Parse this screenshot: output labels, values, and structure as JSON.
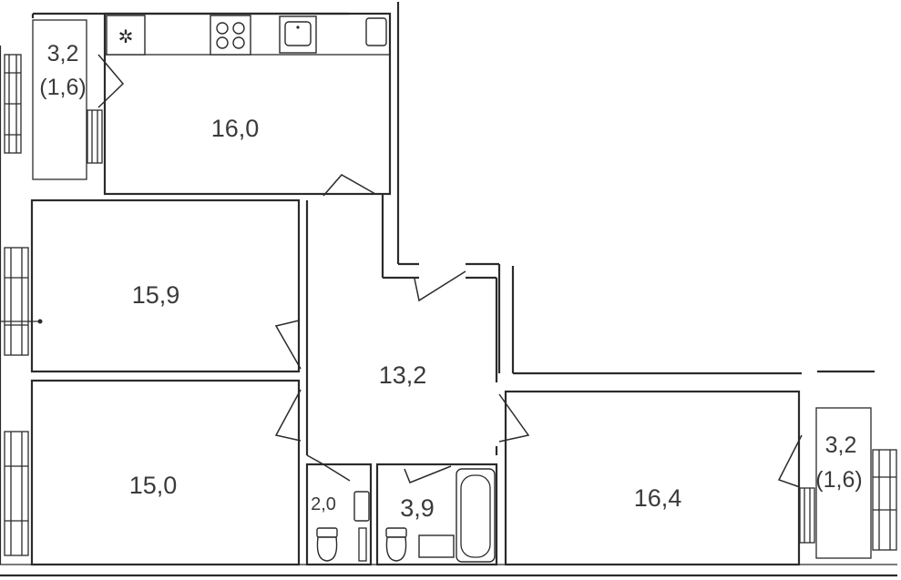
{
  "rooms": {
    "balcony_top": {
      "area": "3,2",
      "reduced_area": "(1,6)"
    },
    "kitchen": {
      "area": "16,0"
    },
    "room_1": {
      "area": "15,9"
    },
    "room_2": {
      "area": "15,0"
    },
    "hall": {
      "area": "13,2"
    },
    "wc": {
      "area": "2,0"
    },
    "bathroom": {
      "area": "3,9"
    },
    "room_3": {
      "area": "16,4"
    },
    "balcony_right": {
      "area": "3,2",
      "reduced_area": "(1,6)"
    }
  },
  "icons": {
    "fridge": "snowflake-icon",
    "stove": "stove-icon",
    "sink": "sink-icon"
  }
}
